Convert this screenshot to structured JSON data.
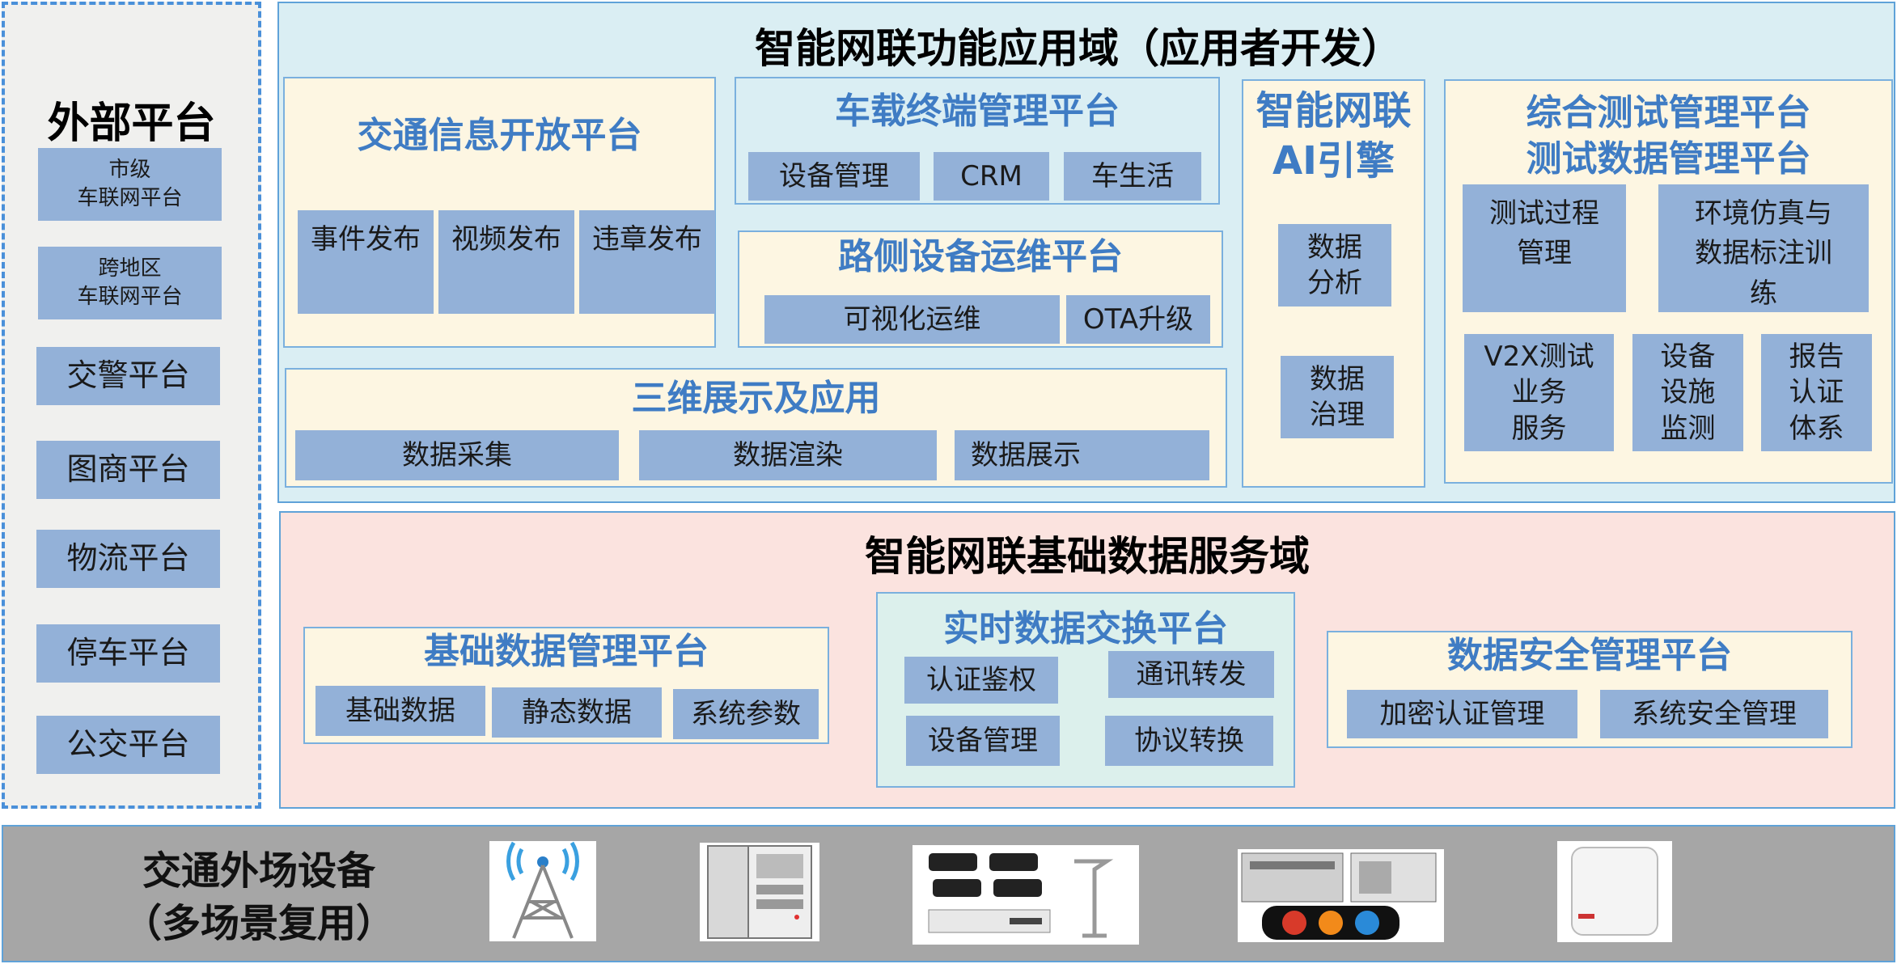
{
  "external": {
    "title": "外部平台",
    "items": [
      "市级\n车联网平台",
      "跨地区\n车联网平台",
      "交警平台",
      "图商平台",
      "物流平台",
      "停车平台",
      "公交平台"
    ]
  },
  "app_domain": {
    "title": "智能网联功能应用域（应用者开发）",
    "traffic_info": {
      "title": "交通信息开放平台",
      "items": [
        "事件发布",
        "视频发布",
        "违章发布"
      ]
    },
    "vehicle_terminal": {
      "title": "车载终端管理平台",
      "items": [
        "设备管理",
        "CRM",
        "车生活"
      ]
    },
    "roadside": {
      "title": "路侧设备运维平台",
      "items": [
        "可视化运维",
        "OTA升级"
      ]
    },
    "three_d": {
      "title": "三维展示及应用",
      "items": [
        "数据采集",
        "数据渲染",
        "数据展示"
      ]
    },
    "ai_engine": {
      "title": "智能网联\nAI引擎",
      "items": [
        "数据\n分析",
        "数据\n治理"
      ]
    },
    "test_mgmt": {
      "title": "综合测试管理平台\n测试数据管理平台",
      "items": [
        "测试过程\n管理",
        "环境仿真与\n数据标注训\n练",
        "V2X测试\n业务\n服务",
        "设备\n设施\n监测",
        "报告\n认证\n体系"
      ]
    }
  },
  "data_domain": {
    "title": "智能网联基础数据服务域",
    "basic_data": {
      "title": "基础数据管理平台",
      "items": [
        "基础数据",
        "静态数据",
        "系统参数"
      ]
    },
    "realtime": {
      "title": "实时数据交换平台",
      "items": [
        "认证鉴权",
        "通讯转发",
        "设备管理",
        "协议转换"
      ]
    },
    "security": {
      "title": "数据安全管理平台",
      "items": [
        "加密认证管理",
        "系统安全管理"
      ]
    }
  },
  "field_devices": {
    "title": "交通外场设备\n（多场景复用）",
    "devices": [
      "antenna-tower-icon",
      "roadside-cabinet-icon",
      "camera-nvr-icon",
      "edge-unit-traffic-light-icon",
      "rsu-device-icon"
    ]
  },
  "colors": {
    "app_bg": "#daeef3",
    "data_bg": "#fbe3df",
    "field_bg": "#a6a6a6",
    "chip": "#93b1d8",
    "title_blue": "#3f7cc4"
  }
}
